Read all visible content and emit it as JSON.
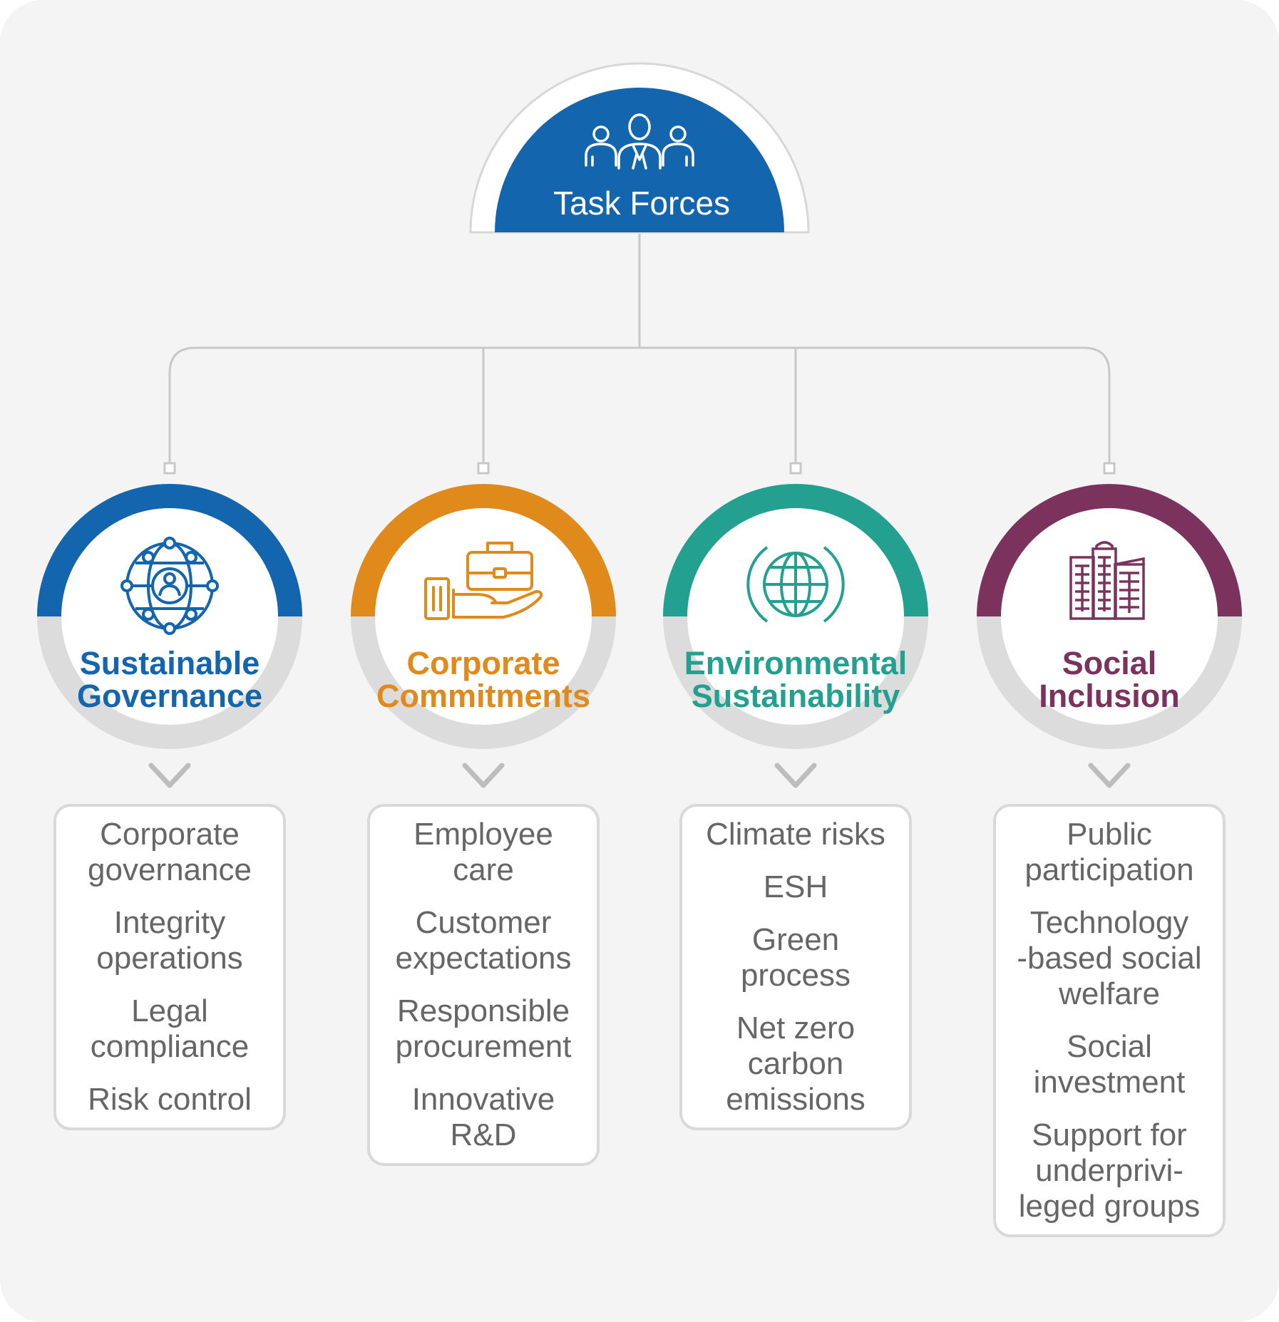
{
  "root": {
    "title": "Task Forces",
    "color": "#1365ad",
    "icon": "team-people-icon"
  },
  "pillars": [
    {
      "title_lines": [
        "Sustainable",
        "Governance"
      ],
      "color": "#1365ad",
      "icon": "globe-network-person-icon",
      "items": [
        [
          "Corporate",
          "governance"
        ],
        [
          "Integrity",
          "operations"
        ],
        [
          "Legal",
          "compliance"
        ],
        [
          "Risk control"
        ]
      ]
    },
    {
      "title_lines": [
        "Corporate",
        "Commitments"
      ],
      "color": "#e08a1c",
      "icon": "hand-briefcase-icon",
      "items": [
        [
          "Employee",
          "care"
        ],
        [
          "Customer",
          "expectations"
        ],
        [
          "Responsible",
          "procurement"
        ],
        [
          "Innovative",
          "R&D"
        ]
      ]
    },
    {
      "title_lines": [
        "Environmental",
        "Sustainability"
      ],
      "color": "#23a08f",
      "icon": "earth-globe-icon",
      "items": [
        [
          "Climate risks"
        ],
        [
          "ESH"
        ],
        [
          "Green",
          "process"
        ],
        [
          "Net zero",
          "carbon",
          "emissions"
        ]
      ]
    },
    {
      "title_lines": [
        "Social",
        "Inclusion"
      ],
      "color": "#7b335e",
      "icon": "city-buildings-icon",
      "items": [
        [
          "Public",
          "participation"
        ],
        [
          "Technology",
          "-based social",
          "welfare"
        ],
        [
          "Social",
          "investment"
        ],
        [
          "Support for",
          "underprivi-",
          "leged groups"
        ]
      ]
    }
  ],
  "connector_color": "#c8c8c8",
  "ring_grey": "#dcdcdc"
}
